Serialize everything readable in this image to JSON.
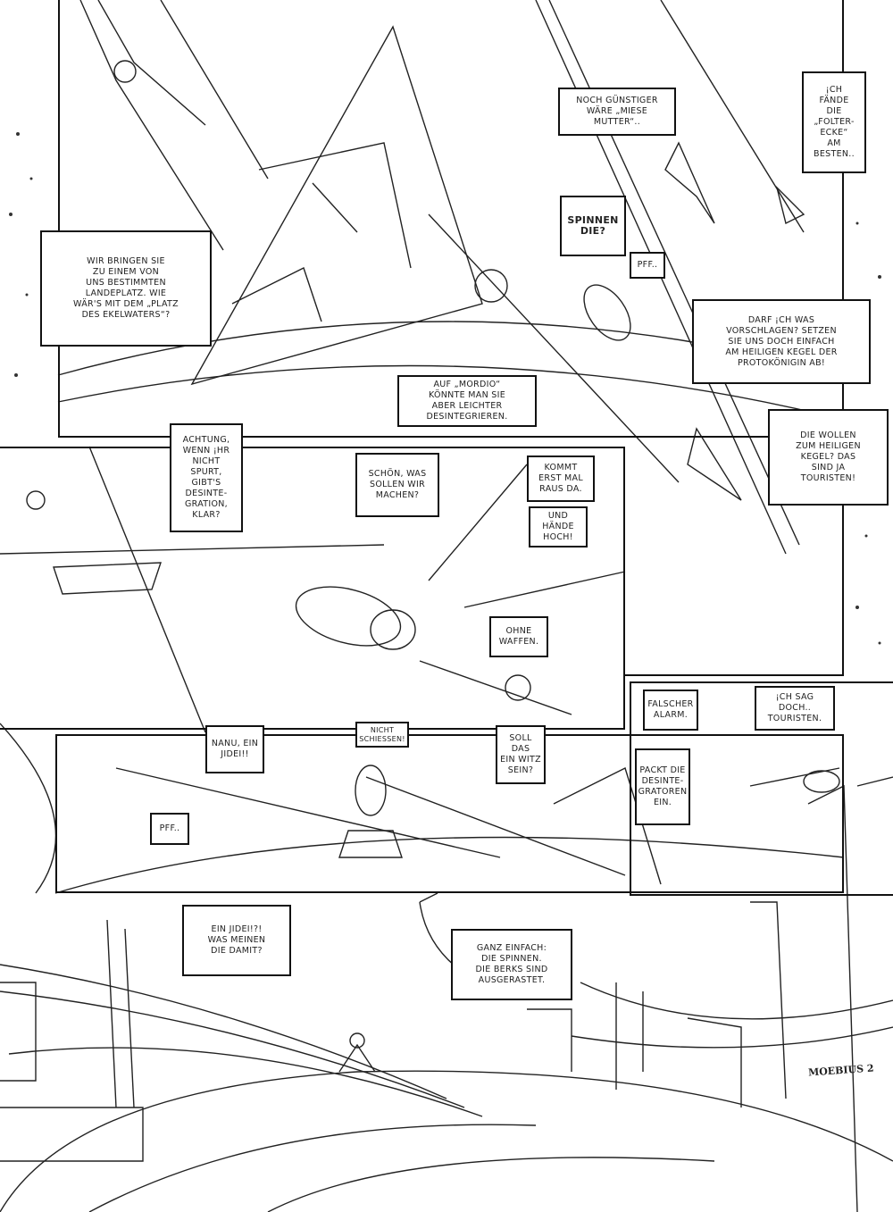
{
  "page": {
    "type": "comic-page",
    "colors": {
      "ink": "#111111",
      "paper": "#ffffff"
    }
  },
  "bubbles": {
    "b1": "NOCH GÜNSTIGER\nWÄRE „MIESE\nMUTTER“..",
    "b2": "¡CH\nFÄNDE\nDIE\n„FOLTER-\nECKE“\nAM\nBESTEN..",
    "b3": "SPINNEN\nDIE?",
    "b4": "PFF..",
    "b5": "WIR BRINGEN SIE\nZU EINEM VON\nUNS BESTIMMTEN\nLANDEPLATZ. WIE\nWÄR'S MIT DEM „PLATZ\nDES EKELWATERS“?",
    "b6": "DARF ¡CH WAS\nVORSCHLAGEN? SETZEN\nSIE UNS DOCH EINFACH\nAM HEILIGEN KEGEL DER\nPROTOKÖNIGIN AB!",
    "b7": "AUF „MORDIO“\nKÖNNTE MAN SIE\nABER LEICHTER\nDESINTEGRIEREN.",
    "b8": "DIE WOLLEN\nZUM HEILIGEN\nKEGEL? DAS\nSIND JA\nTOURISTEN!",
    "b9": "ACHTUNG,\nWENN ¡HR\nNICHT\nSPURT,\nGIBT'S\nDESINTE-\nGRATION,\nKLAR?",
    "b10": "SCHÖN, WAS\nSOLLEN WIR\nMACHEN?",
    "b11": "KOMMT\nERST MAL\nRAUS DA.",
    "b12": "UND\nHÄNDE\nHOCH!",
    "b13": "OHNE\nWAFFEN.",
    "b14": "FALSCHER\nALARM.",
    "b15": "¡CH SAG DOCH..\nTOURISTEN.",
    "b16": "NANU, EIN\nJIDEI!!",
    "b17": "NICHT\nSCHIESSEN!",
    "b18": "SOLL DAS\nEIN WITZ\nSEIN?",
    "b19": "PACKT DIE\nDESINTE-\nGRATOREN\nEIN.",
    "b20": "PFF..",
    "b21": "EIN JIDEI!?!\nWAS MEINEN\nDIE DAMIT?",
    "b22": "GANZ EINFACH:\nDIE SPINNEN.\nDIE BERKS SIND\nAUSGERASTET."
  },
  "signature": "MOEBIUS 2"
}
